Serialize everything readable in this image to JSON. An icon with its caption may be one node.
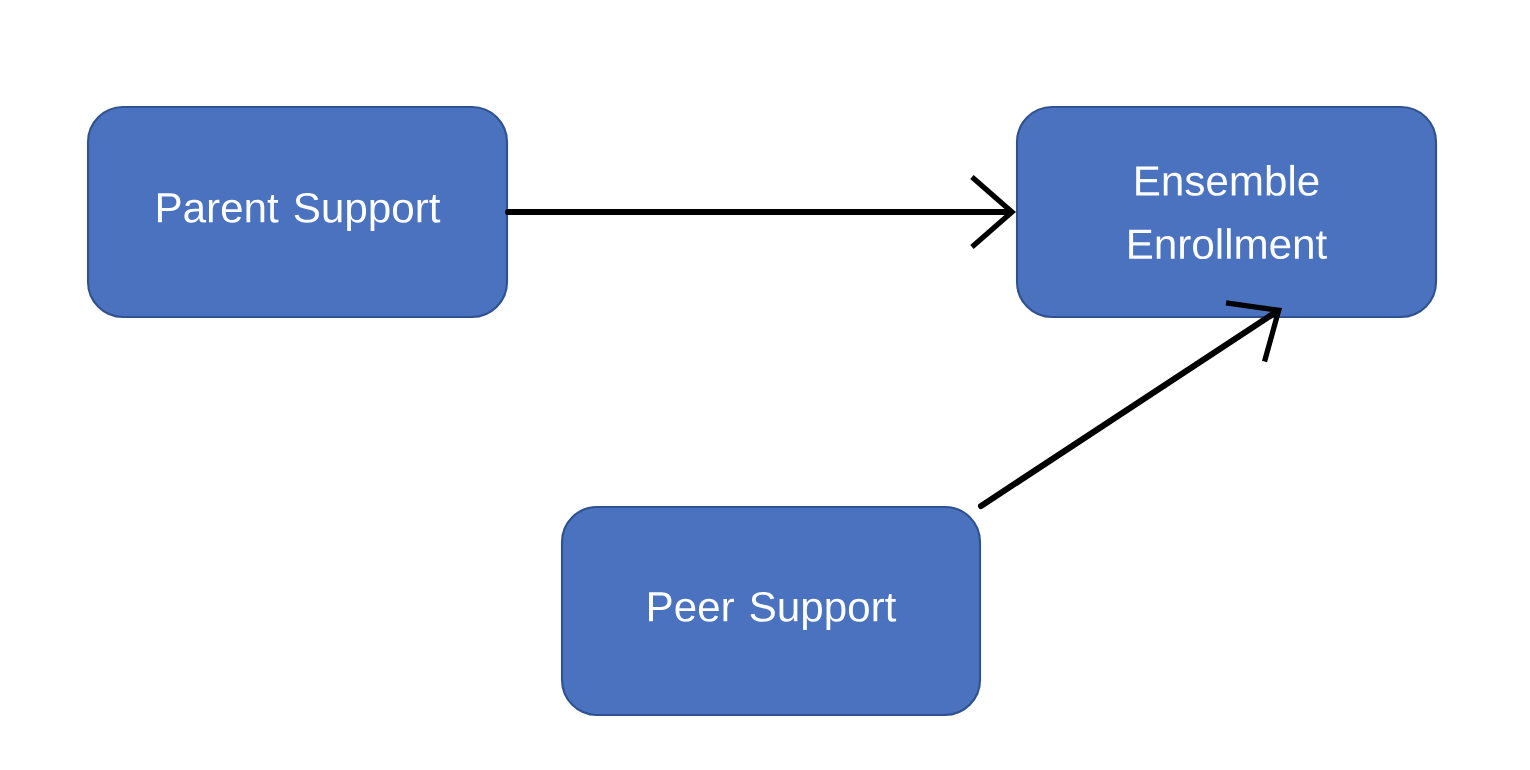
{
  "diagram": {
    "nodes": [
      {
        "text": [
          "Parent Support"
        ]
      },
      {
        "text": [
          "Ensemble Enrollment"
        ]
      },
      {
        "text": [
          "Peer Support"
        ]
      }
    ],
    "edges": [
      {
        "from": 0,
        "to": 1,
        "arrow": "to"
      },
      {
        "from": 2,
        "to": 1,
        "arrow": "to"
      }
    ]
  }
}
